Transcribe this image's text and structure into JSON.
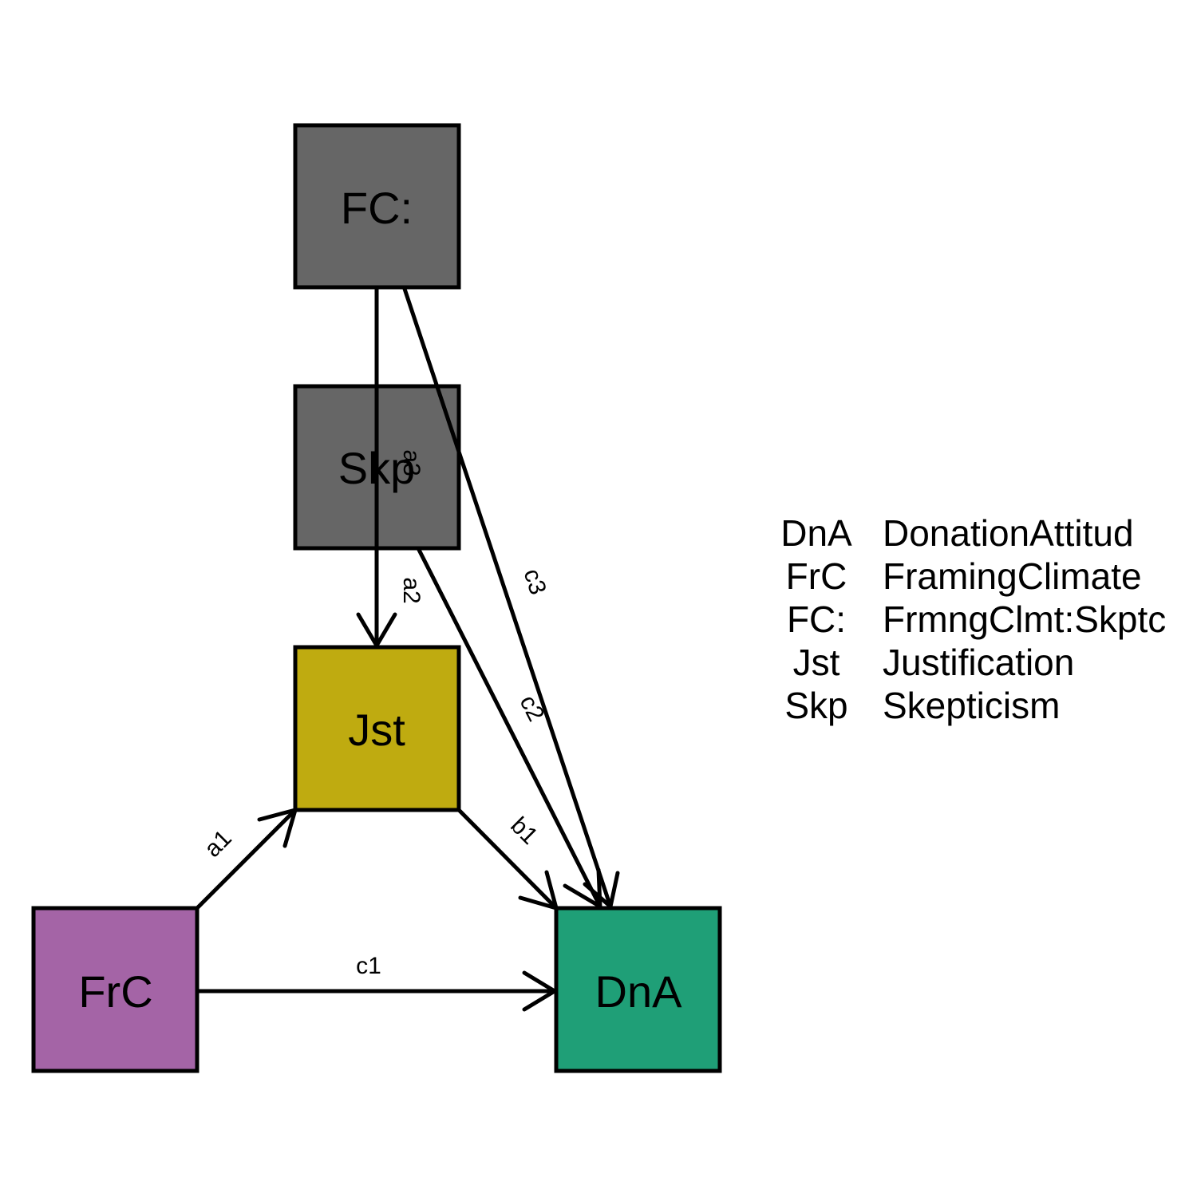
{
  "nodes": {
    "fc": {
      "label": "FC:",
      "color": "#666666"
    },
    "skp": {
      "label": "Skp",
      "color": "#666666"
    },
    "jst": {
      "label": "Jst",
      "color": "#BFAB10"
    },
    "frc": {
      "label": "FrC",
      "color": "#A464A6"
    },
    "dna": {
      "label": "DnA",
      "color": "#1F9F77"
    }
  },
  "edges": {
    "a1": "a1",
    "a2": "a2",
    "a3": "a3",
    "b1": "b1",
    "c1": "c1",
    "c2": "c2",
    "c3": "c3"
  },
  "legend": [
    {
      "abbr": "DnA",
      "full": "DonationAttitud"
    },
    {
      "abbr": "FrC",
      "full": "FramingClimate"
    },
    {
      "abbr": "FC:",
      "full": "FrmngClmt:Skptc"
    },
    {
      "abbr": "Jst",
      "full": "Justification"
    },
    {
      "abbr": "Skp",
      "full": "Skepticism"
    }
  ]
}
